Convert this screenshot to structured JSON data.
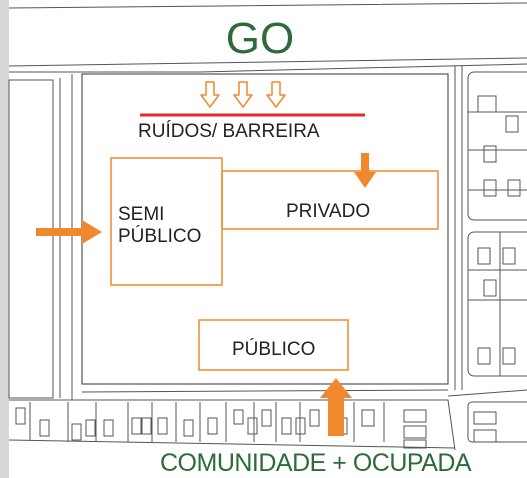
{
  "diagram": {
    "title": "GO",
    "noise_label": "RUÍDOS/ BARREIRA",
    "zones": {
      "semi_public_line1": "SEMI",
      "semi_public_line2": "PÚBLICO",
      "private": "PRIVADO",
      "public": "PÚBLICO"
    },
    "footer": "COMUNIDADE + OCUPADA"
  },
  "colors": {
    "accent_orange": "#f0892d",
    "barrier_red": "#e32b2b",
    "title_green": "#2e6a3a",
    "line_gray": "#555555"
  }
}
